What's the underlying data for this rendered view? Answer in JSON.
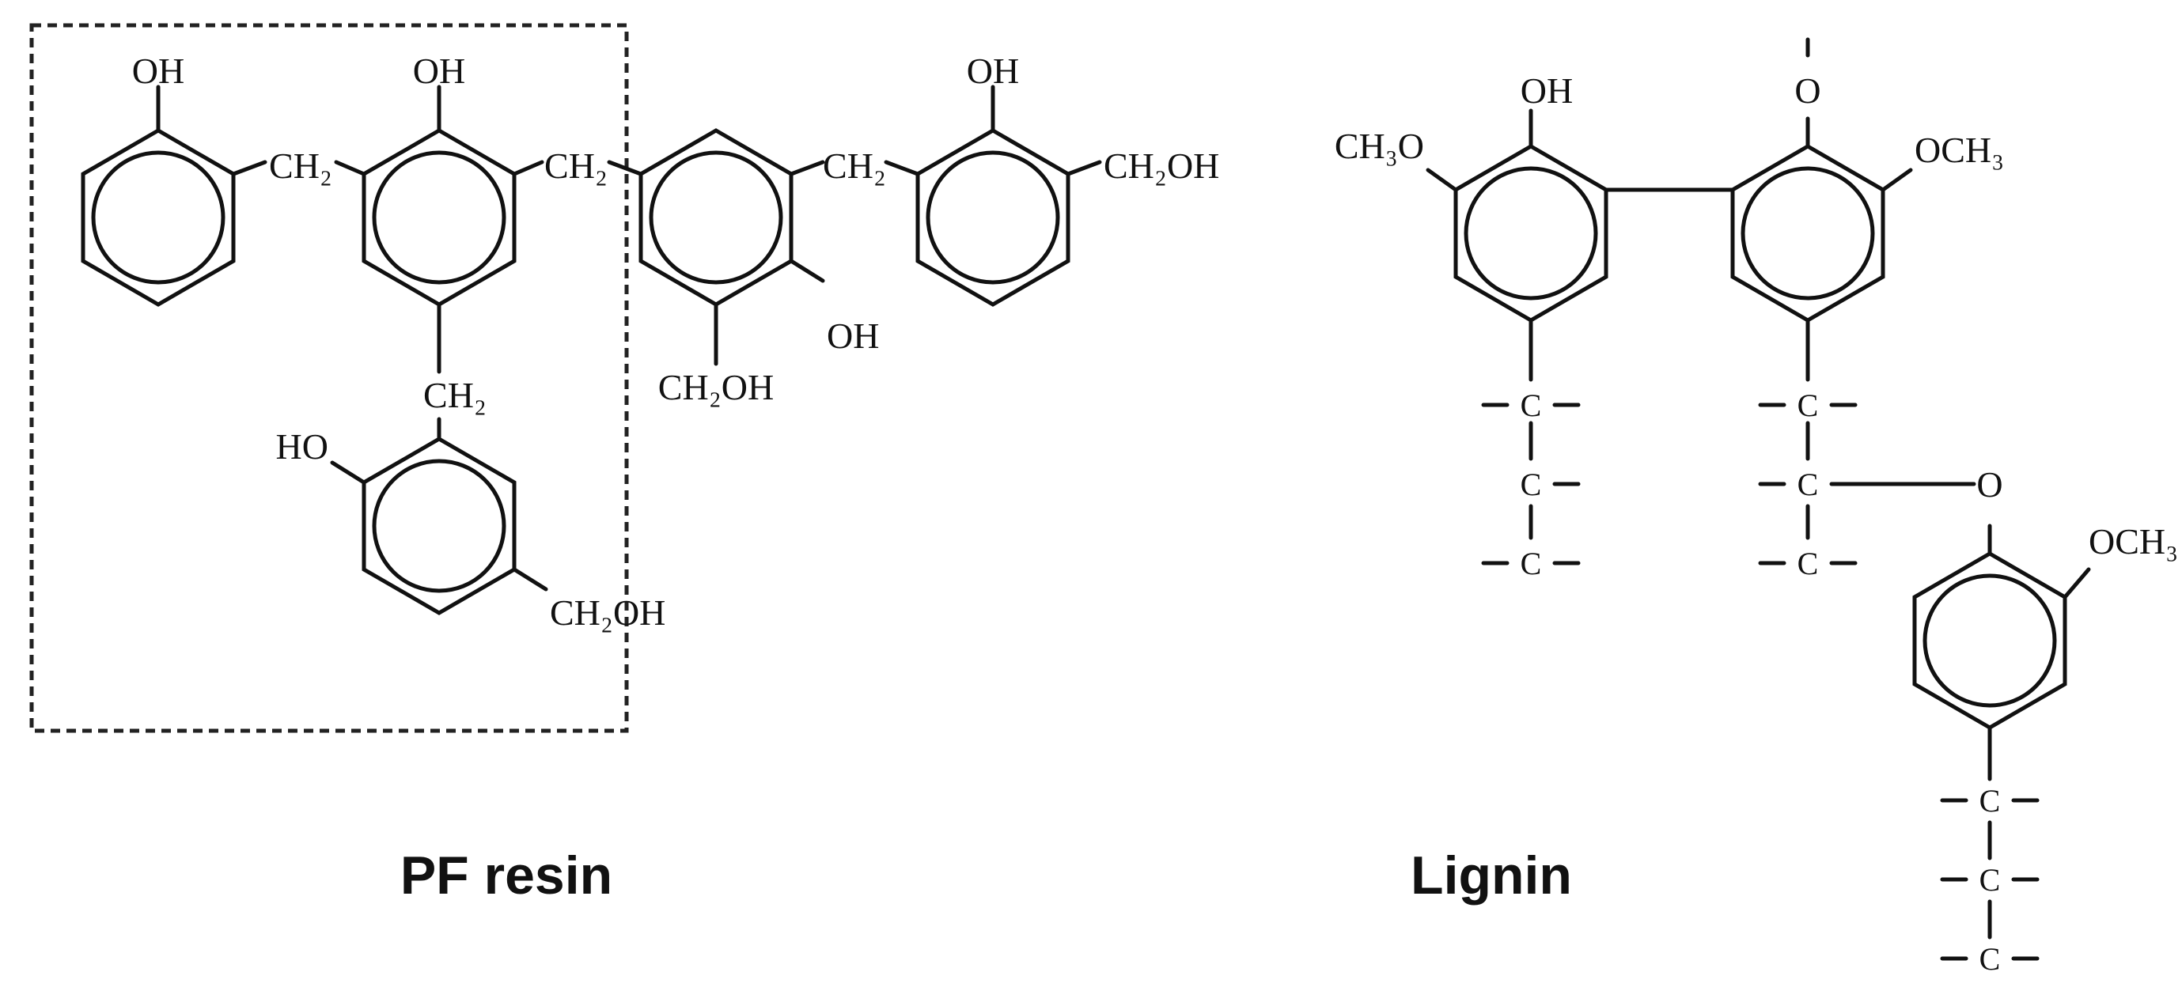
{
  "diagram": {
    "pf_resin": {
      "caption": "PF resin",
      "labels": {
        "oh_1": "OH",
        "oh_2": "OH",
        "oh_3": "OH",
        "ch2_1": "CH₂",
        "ch2_2": "CH₂",
        "ch2_3": "CH₂",
        "ch2_4": "CH₂",
        "ch2oh_1": "CH₂OH",
        "ch2oh_2": "CH₂OH",
        "ch2oh_3": "CH₂OH",
        "oh_4": "OH",
        "ho_1": "HO"
      }
    },
    "lignin": {
      "caption": "Lignin",
      "labels": {
        "oh_top": "OH",
        "ch3o": "CH₃O",
        "o_top": "O",
        "och3_1": "OCH₃",
        "o_link": "O",
        "och3_2": "OCH₃",
        "c": "C"
      }
    }
  }
}
